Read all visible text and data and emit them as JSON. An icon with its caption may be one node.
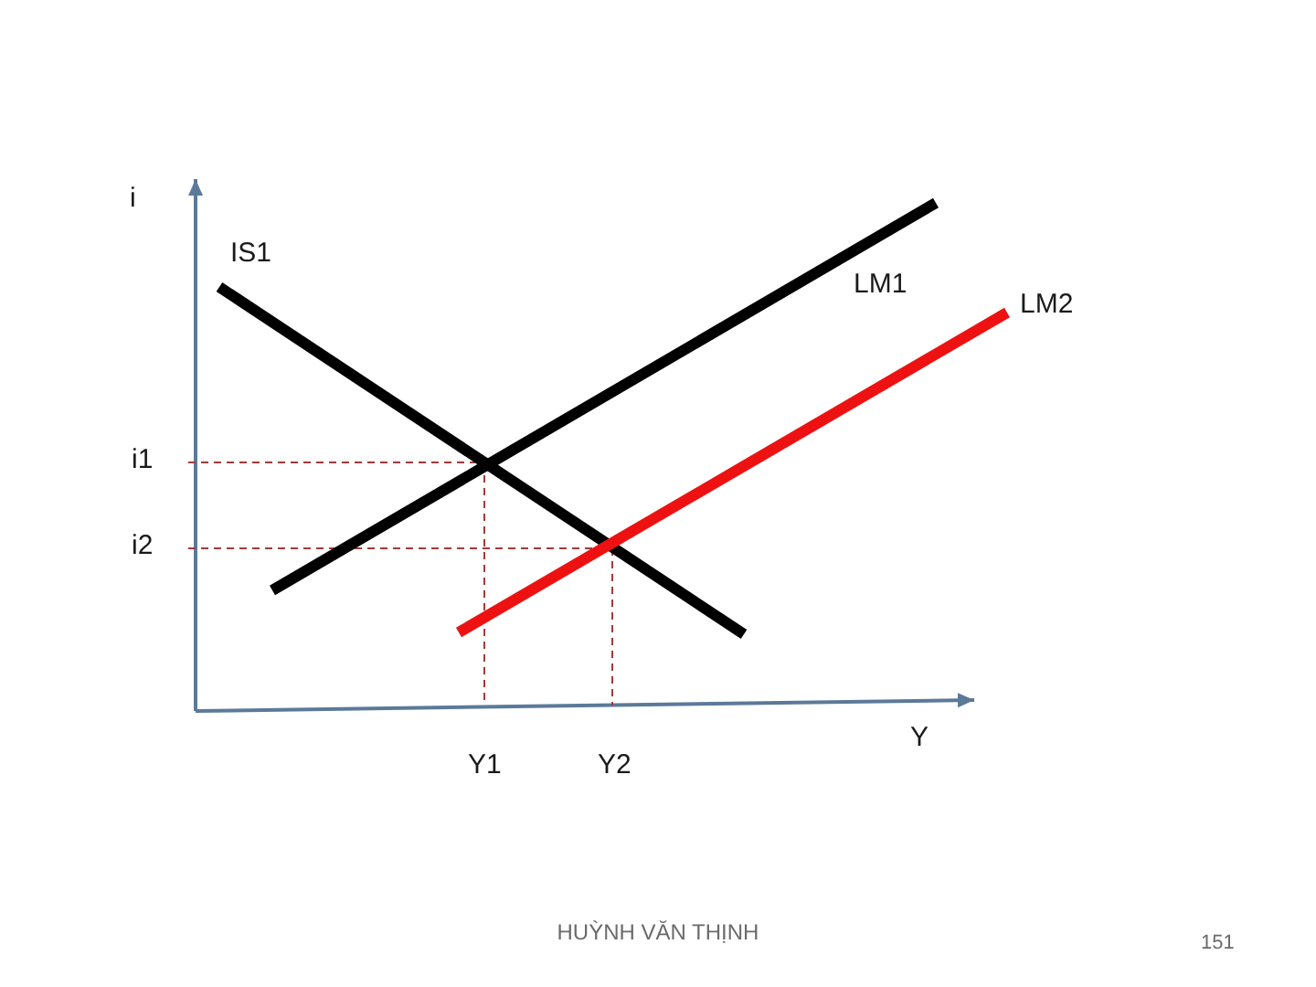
{
  "diagram": {
    "labels": [
      "i",
      "IS1",
      "LM1",
      "LM2",
      "i1",
      "i2",
      "Y",
      "Y1",
      "Y2",
      "HUỲNH VĂN THỊNH",
      "151"
    ]
  }
}
